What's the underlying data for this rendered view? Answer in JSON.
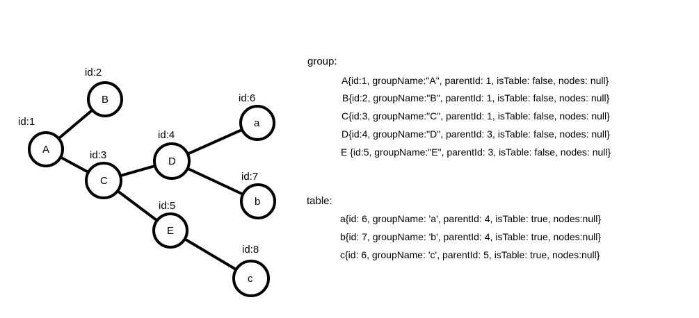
{
  "tree": {
    "nodes": [
      {
        "key": "A",
        "label": "A",
        "id_label": "id:1"
      },
      {
        "key": "B",
        "label": "B",
        "id_label": "id:2"
      },
      {
        "key": "C",
        "label": "C",
        "id_label": "id:3"
      },
      {
        "key": "D",
        "label": "D",
        "id_label": "id:4"
      },
      {
        "key": "E",
        "label": "E",
        "id_label": "id:5"
      },
      {
        "key": "a",
        "label": "a",
        "id_label": "id:6"
      },
      {
        "key": "b",
        "label": "b",
        "id_label": "id:7"
      },
      {
        "key": "c",
        "label": "c",
        "id_label": "id:8"
      }
    ],
    "edges": [
      {
        "from": "A",
        "to": "B"
      },
      {
        "from": "A",
        "to": "C"
      },
      {
        "from": "C",
        "to": "D"
      },
      {
        "from": "C",
        "to": "E"
      },
      {
        "from": "D",
        "to": "a"
      },
      {
        "from": "D",
        "to": "b"
      },
      {
        "from": "E",
        "to": "c"
      }
    ]
  },
  "group_section": {
    "title": "group:",
    "lines": [
      "A{id:1, groupName:\"A\", parentId: 1, isTable: false, nodes: null}",
      "B{id:2, groupName:\"B\", parentId: 1, isTable: false, nodes: null}",
      "C{id:3, groupName:\"C\", parentId: 1, isTable: false, nodes: null}",
      "D{id:4, groupName:\"D\", parentId: 3, isTable: false, nodes: null}",
      "E {id:5, groupName:\"E\", parentId: 3, isTable: false, nodes: null}"
    ]
  },
  "table_section": {
    "title": "table:",
    "lines": [
      "a{id: 6, groupName: 'a', parentId: 4, isTable: true, nodes:null}",
      "b{id: 7, groupName: 'b', parentId: 4, isTable: true, nodes:null}",
      "c{id: 6, groupName: 'c', parentId: 5, isTable: true, nodes:null}"
    ]
  }
}
